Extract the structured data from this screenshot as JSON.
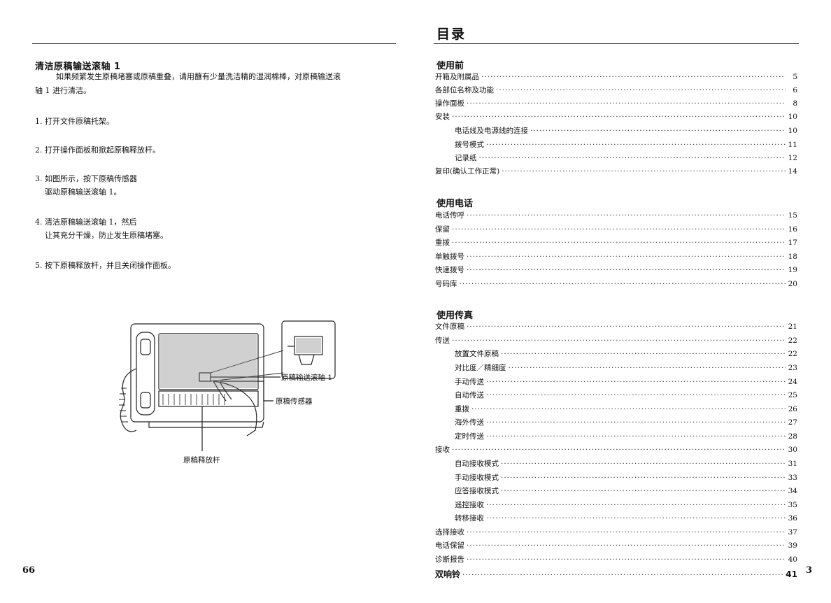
{
  "left_page": {
    "section_title": "清洁原稿输送滚轴 1",
    "intro_line1": "如果频繁发生原稿堵塞或原稿重叠，请用蘸有少量洗洁精的湿润棉棒，对原稿输送滚",
    "intro_line2": "轴 1 进行清洁。",
    "steps": [
      {
        "line1": "1. 打开文件原稿托架。",
        "line2": ""
      },
      {
        "line1": "2. 打开操作面板和掀起原稿释放杆。",
        "line2": ""
      },
      {
        "line1": "3. 如图所示，按下原稿传感器",
        "line2": "驱动原稿输送滚轴 1。"
      },
      {
        "line1": "4. 清洁原稿输送滚轴 1，然后",
        "line2": "让其充分干燥，防止发生原稿堵塞。"
      },
      {
        "line1": "5. 按下原稿释放杆，并且关闭操作面板。",
        "line2": ""
      }
    ],
    "figure_labels": {
      "roller": "原稿输送滚轴 1",
      "sensor": "原稿传感器",
      "release_lever": "原稿释放杆"
    },
    "page_number": "66"
  },
  "right_page": {
    "title": "目录",
    "sections": [
      {
        "heading": "使用前",
        "entries": [
          {
            "text": "开箱及附属品",
            "page": "5",
            "sub": false
          },
          {
            "text": "各部位名称及功能",
            "page": "6",
            "sub": false
          },
          {
            "text": "操作面板",
            "page": "8",
            "sub": false
          },
          {
            "text": "安装",
            "page": "10",
            "sub": false
          },
          {
            "text": "电话线及电源线的连接",
            "page": "10",
            "sub": true
          },
          {
            "text": "拨号模式",
            "page": "11",
            "sub": true
          },
          {
            "text": "记录纸",
            "page": "12",
            "sub": true
          },
          {
            "text": "复印(确认工作正常)",
            "page": "14",
            "sub": false
          }
        ]
      },
      {
        "heading": "使用电话",
        "entries": [
          {
            "text": "电话传呼",
            "page": "15",
            "sub": false
          },
          {
            "text": "保留",
            "page": "16",
            "sub": false
          },
          {
            "text": "重拨",
            "page": "17",
            "sub": false
          },
          {
            "text": "单触拨号",
            "page": "18",
            "sub": false
          },
          {
            "text": "快速拨号",
            "page": "19",
            "sub": false
          },
          {
            "text": "号码库",
            "page": "20",
            "sub": false
          }
        ]
      },
      {
        "heading": "使用传真",
        "entries": [
          {
            "text": "文件原稿",
            "page": "21",
            "sub": false
          },
          {
            "text": "传送",
            "page": "22",
            "sub": false
          },
          {
            "text": "放置文件原稿",
            "page": "22",
            "sub": true
          },
          {
            "text": "对比度／精细度",
            "page": "23",
            "sub": true
          },
          {
            "text": "手动传送",
            "page": "24",
            "sub": true
          },
          {
            "text": "自动传送",
            "page": "25",
            "sub": true
          },
          {
            "text": "重拨",
            "page": "26",
            "sub": true
          },
          {
            "text": "海外传送",
            "page": "27",
            "sub": true
          },
          {
            "text": "定时传送",
            "page": "28",
            "sub": true
          },
          {
            "text": "接收",
            "page": "30",
            "sub": false
          },
          {
            "text": "自动接收模式",
            "page": "31",
            "sub": true
          },
          {
            "text": "手动接收模式",
            "page": "33",
            "sub": true
          },
          {
            "text": "应答接收模式",
            "page": "34",
            "sub": true
          },
          {
            "text": "遥控接收",
            "page": "35",
            "sub": true
          },
          {
            "text": "转移接收",
            "page": "36",
            "sub": true
          },
          {
            "text": "选择接收",
            "page": "37",
            "sub": false
          },
          {
            "text": "电话保留",
            "page": "39",
            "sub": false
          },
          {
            "text": "诊断报告",
            "page": "40",
            "sub": false
          }
        ]
      }
    ],
    "final_entry": {
      "text": "双响铃",
      "page": "41"
    },
    "page_number": "3"
  }
}
